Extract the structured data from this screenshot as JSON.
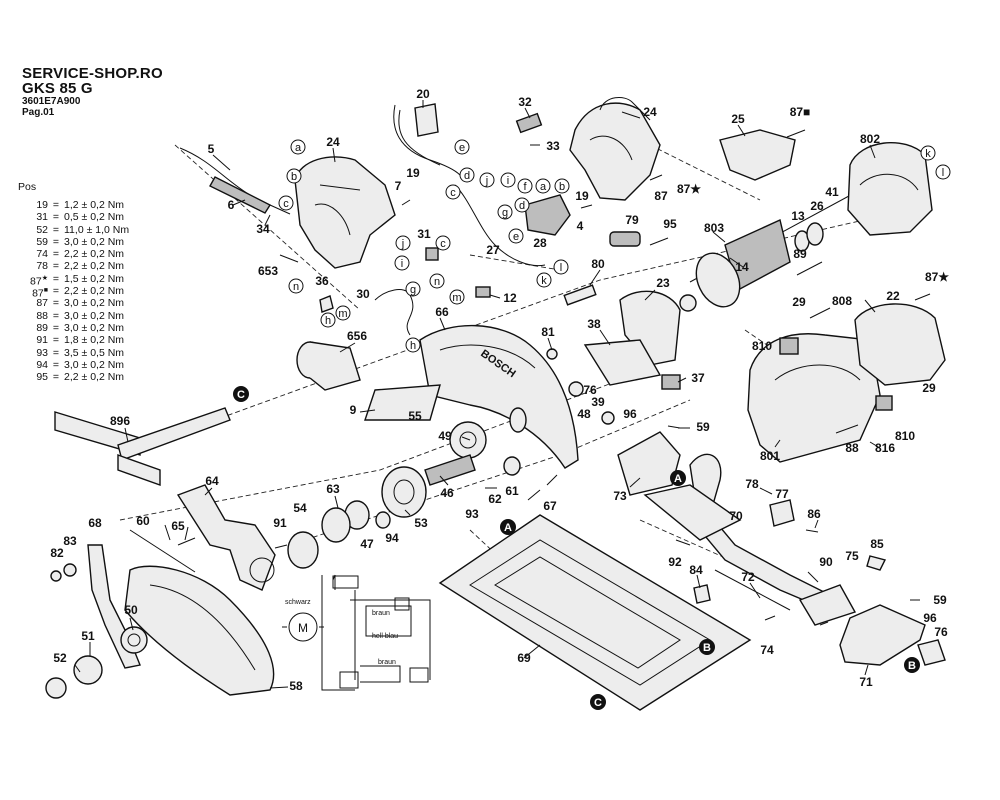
{
  "header": {
    "title_line1": "SERVICE-SHOP.RO",
    "title_line2": "GKS 85 G",
    "code": "3601E7A900",
    "page": "Pag.01"
  },
  "torque_table": {
    "heading": "Pos",
    "rows": [
      {
        "pos": "19",
        "mark": "",
        "value": "1,2 ± 0,2 Nm"
      },
      {
        "pos": "31",
        "mark": "",
        "value": "0,5 ± 0,2 Nm"
      },
      {
        "pos": "52",
        "mark": "",
        "value": "11,0 ± 1,0 Nm"
      },
      {
        "pos": "59",
        "mark": "",
        "value": "3,0 ± 0,2 Nm"
      },
      {
        "pos": "74",
        "mark": "",
        "value": "2,2 ± 0,2 Nm"
      },
      {
        "pos": "78",
        "mark": "",
        "value": "2,2 ± 0,2 Nm"
      },
      {
        "pos": "87",
        "mark": "★",
        "value": "1,5 ± 0,2 Nm"
      },
      {
        "pos": "87",
        "mark": "■",
        "value": "2,2 ± 0,2 Nm"
      },
      {
        "pos": "87",
        "mark": "",
        "value": "3,0 ± 0,2 Nm"
      },
      {
        "pos": "88",
        "mark": "",
        "value": "3,0 ± 0,2 Nm"
      },
      {
        "pos": "89",
        "mark": "",
        "value": "3,0 ± 0,2 Nm"
      },
      {
        "pos": "91",
        "mark": "",
        "value": "1,8 ± 0,2 Nm"
      },
      {
        "pos": "93",
        "mark": "",
        "value": "3,5 ± 0,5 Nm"
      },
      {
        "pos": "94",
        "mark": "",
        "value": "3,0 ± 0,2 Nm"
      },
      {
        "pos": "95",
        "mark": "",
        "value": "2,2 ± 0,2 Nm"
      }
    ]
  },
  "brand_label": "BOSCH",
  "wiring": {
    "motor_label": "M",
    "wire_black": "schwarz",
    "wire_brown": "braun",
    "wire_lightblue": "hell blau",
    "wire_brown2": "braun"
  },
  "parts": [
    {
      "id": "p20",
      "label": "20"
    },
    {
      "id": "p32",
      "label": "32"
    },
    {
      "id": "p24a",
      "label": "24"
    },
    {
      "id": "p24b",
      "label": "24"
    },
    {
      "id": "p87sq",
      "label": "87■"
    },
    {
      "id": "p25",
      "label": "25"
    },
    {
      "id": "p802",
      "label": "802"
    },
    {
      "id": "p5",
      "label": "5"
    },
    {
      "id": "p6",
      "label": "6"
    },
    {
      "id": "p34",
      "label": "34"
    },
    {
      "id": "p653",
      "label": "653"
    },
    {
      "id": "p7",
      "label": "7"
    },
    {
      "id": "p19a",
      "label": "19"
    },
    {
      "id": "p33",
      "label": "33"
    },
    {
      "id": "p31",
      "label": "31"
    },
    {
      "id": "p36",
      "label": "36"
    },
    {
      "id": "p30",
      "label": "30"
    },
    {
      "id": "p27",
      "label": "27"
    },
    {
      "id": "p28",
      "label": "28"
    },
    {
      "id": "p4",
      "label": "4"
    },
    {
      "id": "p19b",
      "label": "19"
    },
    {
      "id": "p87b",
      "label": "87"
    },
    {
      "id": "p87st",
      "label": "87★"
    },
    {
      "id": "p79",
      "label": "79"
    },
    {
      "id": "p95",
      "label": "95"
    },
    {
      "id": "p803",
      "label": "803"
    },
    {
      "id": "p13",
      "label": "13"
    },
    {
      "id": "p26",
      "label": "26"
    },
    {
      "id": "p41",
      "label": "41"
    },
    {
      "id": "p89",
      "label": "89"
    },
    {
      "id": "p14",
      "label": "14"
    },
    {
      "id": "p80",
      "label": "80"
    },
    {
      "id": "p23",
      "label": "23"
    },
    {
      "id": "p12",
      "label": "12"
    },
    {
      "id": "p87st2",
      "label": "87★"
    },
    {
      "id": "p22",
      "label": "22"
    },
    {
      "id": "p808",
      "label": "808"
    },
    {
      "id": "p29a",
      "label": "29"
    },
    {
      "id": "p810a",
      "label": "810"
    },
    {
      "id": "p66",
      "label": "66"
    },
    {
      "id": "p656",
      "label": "656"
    },
    {
      "id": "p81",
      "label": "81"
    },
    {
      "id": "p38",
      "label": "38"
    },
    {
      "id": "p37",
      "label": "37"
    },
    {
      "id": "p76a",
      "label": "76"
    },
    {
      "id": "p39",
      "label": "39"
    },
    {
      "id": "p48",
      "label": "48"
    },
    {
      "id": "p96a",
      "label": "96"
    },
    {
      "id": "p29b",
      "label": "29"
    },
    {
      "id": "p810b",
      "label": "810"
    },
    {
      "id": "p9",
      "label": "9"
    },
    {
      "id": "p55",
      "label": "55"
    },
    {
      "id": "p49",
      "label": "49"
    },
    {
      "id": "p59a",
      "label": "59"
    },
    {
      "id": "p801",
      "label": "801"
    },
    {
      "id": "p88",
      "label": "88"
    },
    {
      "id": "p816",
      "label": "816"
    },
    {
      "id": "p896",
      "label": "896"
    },
    {
      "id": "p73",
      "label": "73"
    },
    {
      "id": "p64",
      "label": "64"
    },
    {
      "id": "p63",
      "label": "63"
    },
    {
      "id": "p46",
      "label": "46"
    },
    {
      "id": "p62",
      "label": "62"
    },
    {
      "id": "p61",
      "label": "61"
    },
    {
      "id": "p78",
      "label": "78"
    },
    {
      "id": "p77",
      "label": "77"
    },
    {
      "id": "p67",
      "label": "67"
    },
    {
      "id": "p54",
      "label": "54"
    },
    {
      "id": "p53",
      "label": "53"
    },
    {
      "id": "p93",
      "label": "93"
    },
    {
      "id": "p70",
      "label": "70"
    },
    {
      "id": "p86",
      "label": "86"
    },
    {
      "id": "p68",
      "label": "68"
    },
    {
      "id": "p60",
      "label": "60"
    },
    {
      "id": "p65",
      "label": "65"
    },
    {
      "id": "p91",
      "label": "91"
    },
    {
      "id": "p47",
      "label": "47"
    },
    {
      "id": "p94",
      "label": "94"
    },
    {
      "id": "p83",
      "label": "83"
    },
    {
      "id": "p82",
      "label": "82"
    },
    {
      "id": "p92",
      "label": "92"
    },
    {
      "id": "p90",
      "label": "90"
    },
    {
      "id": "p75",
      "label": "75"
    },
    {
      "id": "p85",
      "label": "85"
    },
    {
      "id": "p84",
      "label": "84"
    },
    {
      "id": "p72",
      "label": "72"
    },
    {
      "id": "p50",
      "label": "50"
    },
    {
      "id": "p59b",
      "label": "59"
    },
    {
      "id": "p96b",
      "label": "96"
    },
    {
      "id": "p76b",
      "label": "76"
    },
    {
      "id": "p51",
      "label": "51"
    },
    {
      "id": "p74",
      "label": "74"
    },
    {
      "id": "p69",
      "label": "69"
    },
    {
      "id": "p52",
      "label": "52"
    },
    {
      "id": "p71",
      "label": "71"
    },
    {
      "id": "p58",
      "label": "58"
    }
  ],
  "connectors": {
    "a": "a",
    "b": "b",
    "c": "c",
    "d": "d",
    "e": "e",
    "f": "f",
    "g": "g",
    "h": "h",
    "i": "i",
    "j": "j",
    "k": "k",
    "l": "l",
    "m": "m",
    "n": "n"
  },
  "markers": {
    "A": "A",
    "B": "B",
    "C": "C"
  }
}
